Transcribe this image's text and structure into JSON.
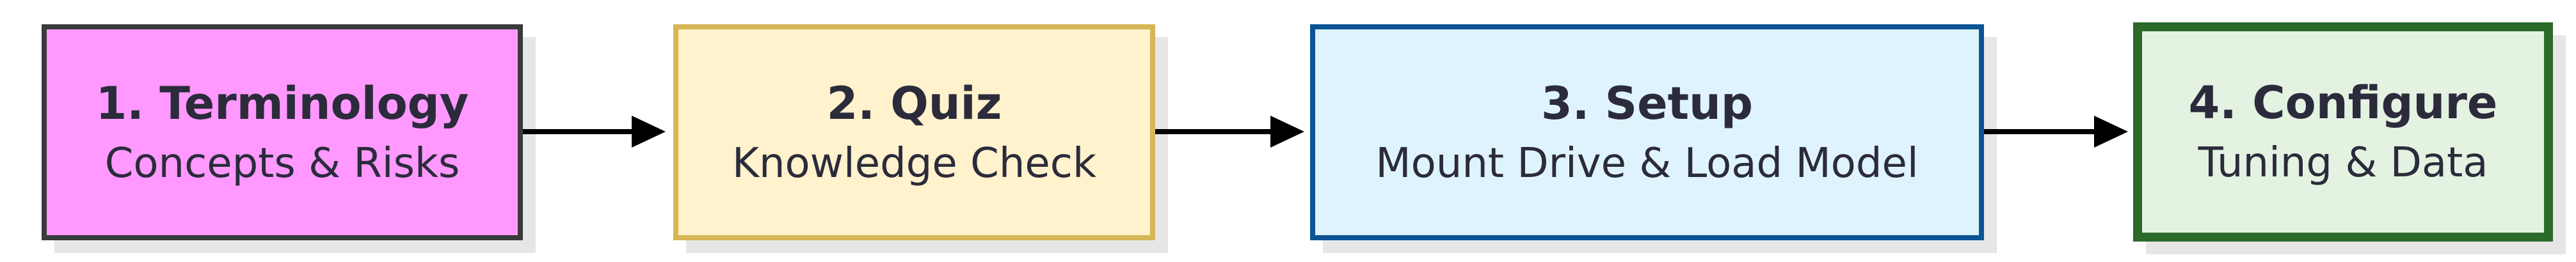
{
  "diagram": {
    "nodes": [
      {
        "title": "1. Terminology",
        "subtitle": "Concepts & Risks",
        "fill": "#ff99ff",
        "border": "#3a3a3a"
      },
      {
        "title": "2. Quiz",
        "subtitle": "Knowledge Check",
        "fill": "#fff2cc",
        "border": "#d6b656"
      },
      {
        "title": "3. Setup",
        "subtitle": "Mount Drive & Load Model",
        "fill": "#dff3fc",
        "border": "#0b5394"
      },
      {
        "title": "4. Configure",
        "subtitle": "Tuning & Data",
        "fill": "#e4f2e2",
        "border": "#2b6a2b"
      }
    ],
    "edges": [
      {
        "from": 0,
        "to": 1
      },
      {
        "from": 1,
        "to": 2
      },
      {
        "from": 2,
        "to": 3
      }
    ]
  }
}
